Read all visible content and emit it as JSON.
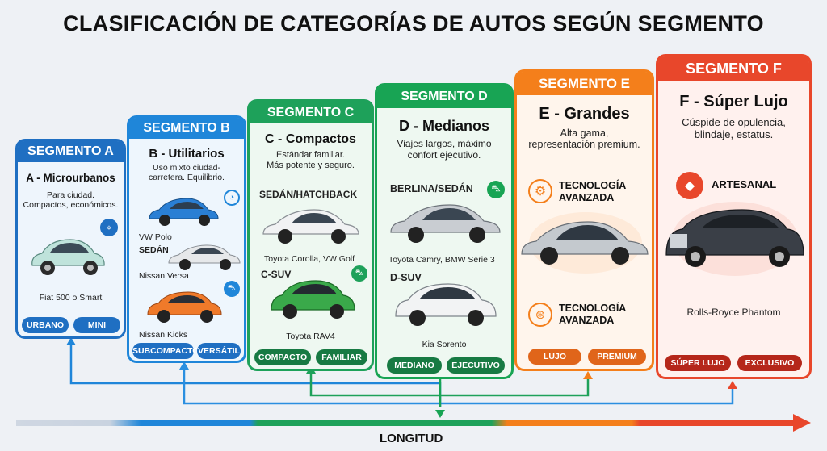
{
  "title": "CLASIFICACIÓN DE CATEGORÍAS DE AUTOS SEGÚN SEGMENTO",
  "axis_label": "LONGITUD",
  "colors": {
    "A": "#1f6fc2",
    "B": "#1f86d9",
    "C": "#1ea15a",
    "D": "#18a454",
    "E": "#f47f1b",
    "F": "#e8472b"
  },
  "segments": {
    "A": {
      "header": "SEGMENTO A",
      "subtitle": "A - Microurbanos",
      "desc1": "Para ciudad.",
      "desc2": "Compactos, económicos.",
      "car": "Fiat 500 o Smart",
      "tags": [
        "URBANO",
        "MINI"
      ]
    },
    "B": {
      "header": "SEGMENTO B",
      "subtitle": "B - Utilitarios",
      "desc1": "Uso mixto ciudad-",
      "desc2": "carretera. Equilibrio.",
      "car1": "VW Polo",
      "type": "SEDÁN",
      "car2": "Nissan Versa",
      "car3": "Nissan Kicks",
      "tags": [
        "SUBCOMPACTO",
        "VERSÁTIL"
      ]
    },
    "C": {
      "header": "SEGMENTO C",
      "subtitle": "C - Compactos",
      "desc1": "Estándar familiar.",
      "desc2": "Más potente y seguro.",
      "type1": "SEDÁN/HATCHBACK",
      "car1": "Toyota Corolla, VW Golf",
      "type2": "C-SUV",
      "car2": "Toyota RAV4",
      "tags": [
        "COMPACTO",
        "FAMILIAR"
      ]
    },
    "D": {
      "header": "SEGMENTO D",
      "subtitle": "D - Medianos",
      "desc1": "Viajes largos, máximo",
      "desc2": "confort ejecutivo.",
      "type1": "BERLINA/SEDÁN",
      "car1": "Toyota Camry, BMW Serie 3",
      "type2": "D-SUV",
      "car2": "Kia Sorento",
      "tags": [
        "MEDIANO",
        "EJECUTIVO"
      ]
    },
    "E": {
      "header": "SEGMENTO E",
      "subtitle": "E - Grandes",
      "desc1": "Alta gama,",
      "desc2": "representación premium.",
      "feature1": "TECNOLOGÍA",
      "feature1b": "AVANZADA",
      "feature2": "TECNOLOGÍA",
      "feature2b": "AVANZADA",
      "tags": [
        "LUJO",
        "PREMIUM"
      ]
    },
    "F": {
      "header": "SEGMENTO F",
      "subtitle": "F - Súper Lujo",
      "desc1": "Cúspide de opulencia,",
      "desc2": "blindaje, estatus.",
      "feature": "ARTESANAL",
      "car": "Rolls-Royce Phantom",
      "tags": [
        "SÚPER LUJO",
        "EXCLUSIVO"
      ]
    }
  }
}
